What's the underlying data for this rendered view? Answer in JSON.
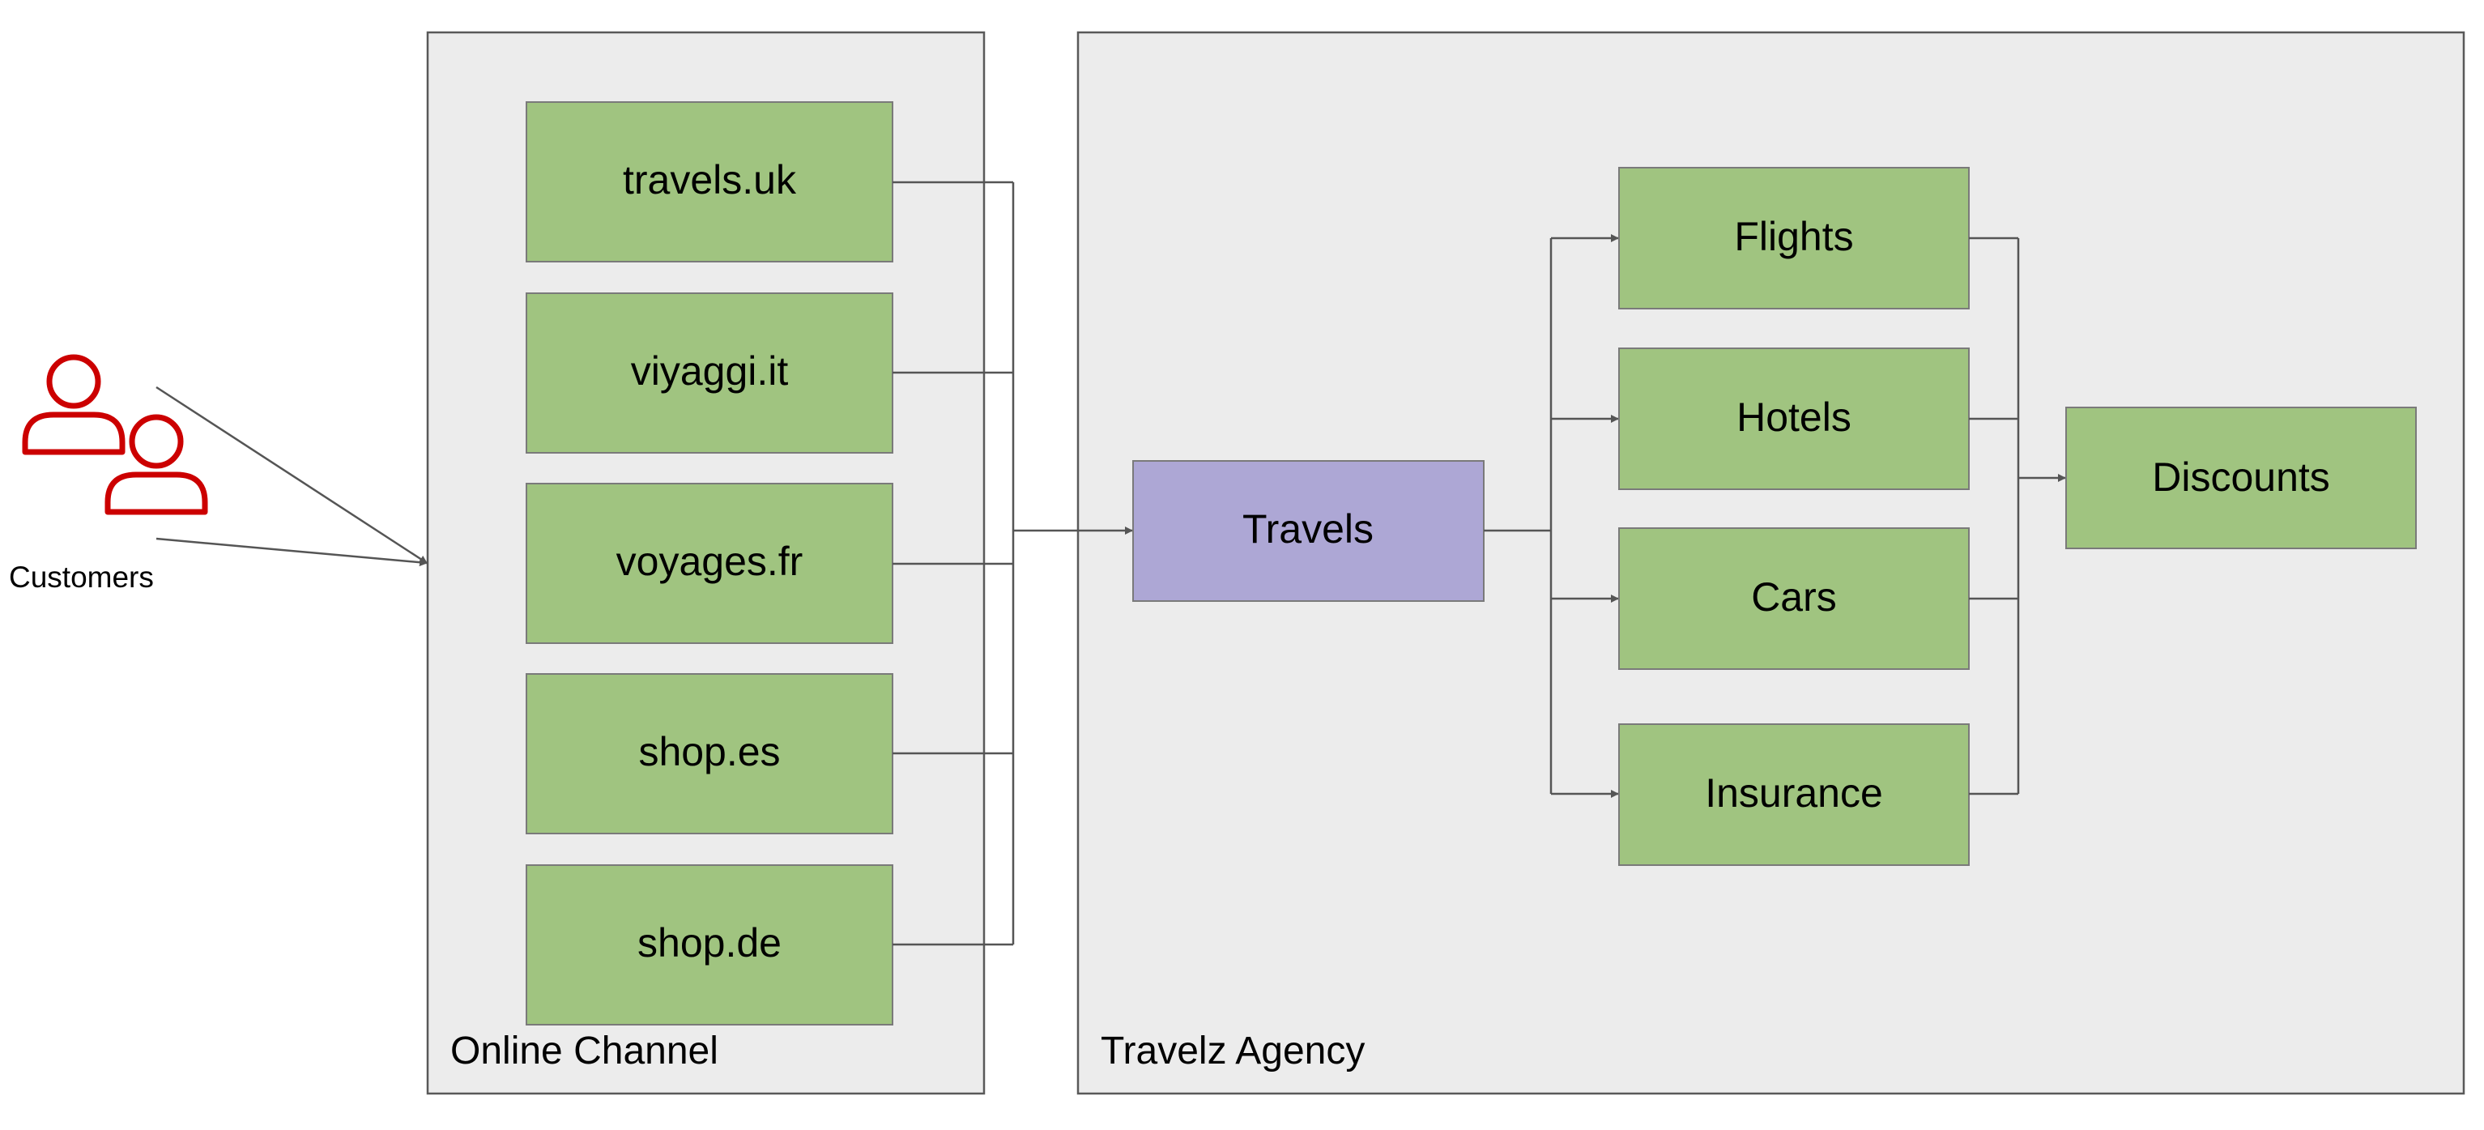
{
  "colors": {
    "container_fill": "#ececec",
    "service_fill": "#a0c480",
    "hub_fill": "#ada7d5",
    "customer_icon": "#cc0000",
    "connector": "#555555"
  },
  "actor": {
    "icon": "users-icon",
    "label": "Customers"
  },
  "online_channel": {
    "label": "Online Channel",
    "sites": [
      {
        "label": "travels.uk"
      },
      {
        "label": "viyaggi.it"
      },
      {
        "label": "voyages.fr"
      },
      {
        "label": "shop.es"
      },
      {
        "label": "shop.de"
      }
    ]
  },
  "agency": {
    "label": "Travelz Agency",
    "hub": {
      "label": "Travels"
    },
    "services": [
      {
        "label": "Flights"
      },
      {
        "label": "Hotels"
      },
      {
        "label": "Cars"
      },
      {
        "label": "Insurance"
      }
    ],
    "discounts": {
      "label": "Discounts"
    }
  }
}
